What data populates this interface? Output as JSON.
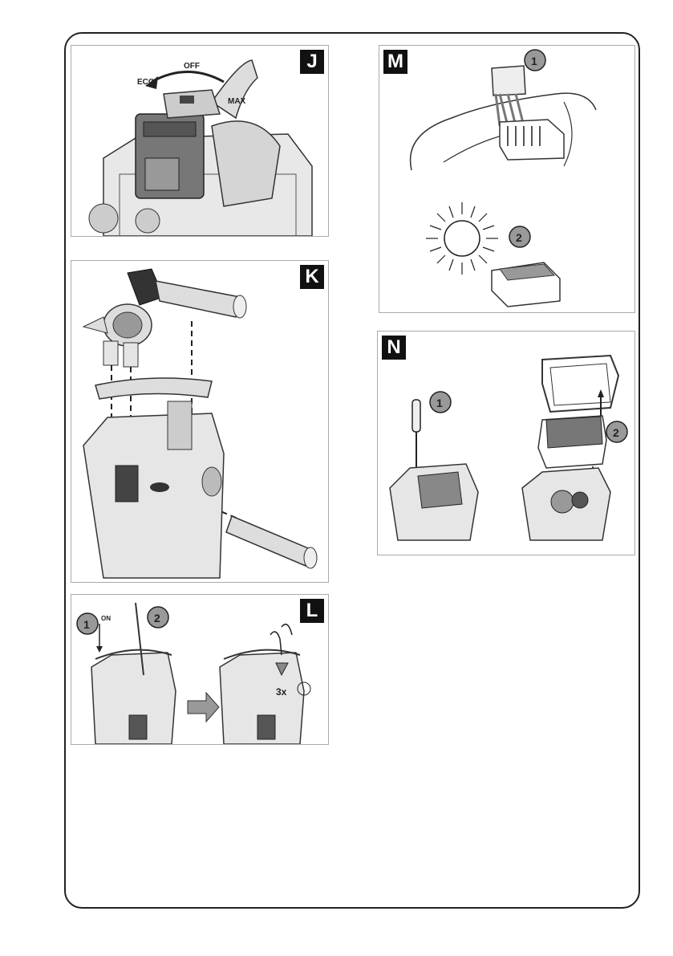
{
  "panels": {
    "J": {
      "badge": "J",
      "switch_labels": {
        "off": "OFF",
        "eco": "ECO",
        "max": "MAX"
      }
    },
    "K": {
      "badge": "K"
    },
    "L": {
      "badge": "L",
      "step1": "1",
      "step1_label": "ON",
      "step2": "2",
      "repeat": "3x"
    },
    "M": {
      "badge": "M",
      "step1": "1",
      "step2": "2"
    },
    "N": {
      "badge": "N",
      "step1": "1",
      "step2": "2"
    }
  }
}
